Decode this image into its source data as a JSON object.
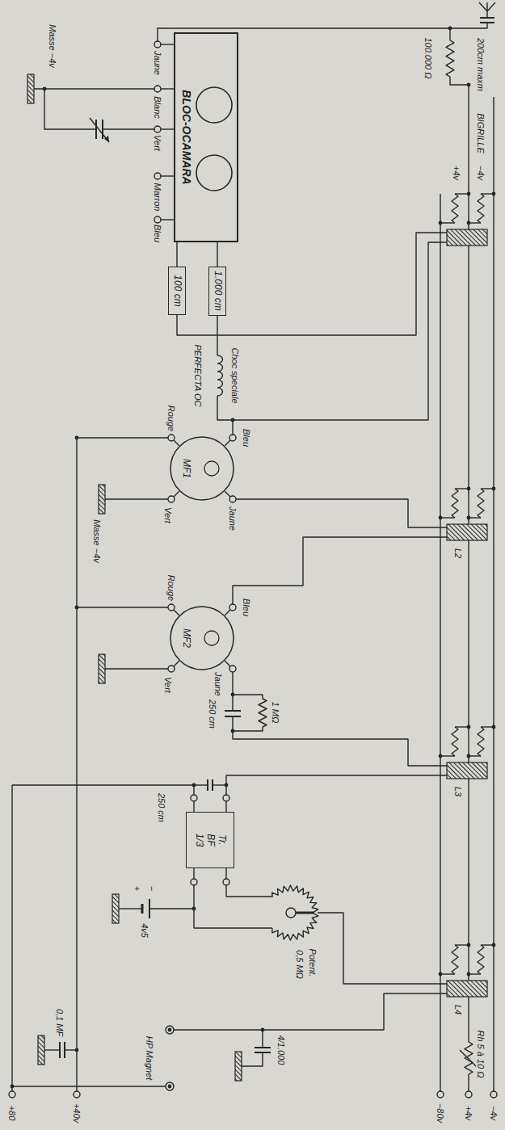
{
  "diagram": {
    "nodes": [
      {
        "text": [
          "BLOC-OCAMARA"
        ]
      },
      {
        "text": [
          "100 cm"
        ]
      },
      {
        "text": [
          "1.000 cm"
        ]
      },
      {
        "text": [
          "MF1"
        ]
      },
      {
        "text": [
          "MF2"
        ]
      },
      {
        "text": [
          "Tr. BF 1/3"
        ]
      }
    ],
    "edges": [
      {
        "from": 0,
        "to": 2,
        "arrow": "none"
      },
      {
        "from": 0,
        "to": 1,
        "arrow": "none"
      }
    ],
    "labels": [
      "Jaune",
      "Blanc",
      "Vert",
      "Marron",
      "Bleu",
      "Masse −4v",
      "200cm maxm",
      "100.000 Ω",
      "BIGRILLE",
      "−4v",
      "+4v",
      "Choc speciale",
      "PERFECTA OC",
      "Bleu",
      "Jaune",
      "Rouge",
      "Vert",
      "Masse −4v",
      "L2",
      "Bleu",
      "Jaune",
      "Rouge",
      "Vert",
      "1 MΩ",
      "250 cm",
      "L3",
      "250 cm",
      "Potent.",
      "0,5 MΩ",
      "−",
      "+",
      "4v5",
      "L4",
      "4/1.000",
      "HP Magnet",
      "0,1 MF",
      "Rh 5 à 10 Ω",
      "−4v",
      "+4v",
      "−80v",
      "+40v",
      "+80"
    ]
  }
}
